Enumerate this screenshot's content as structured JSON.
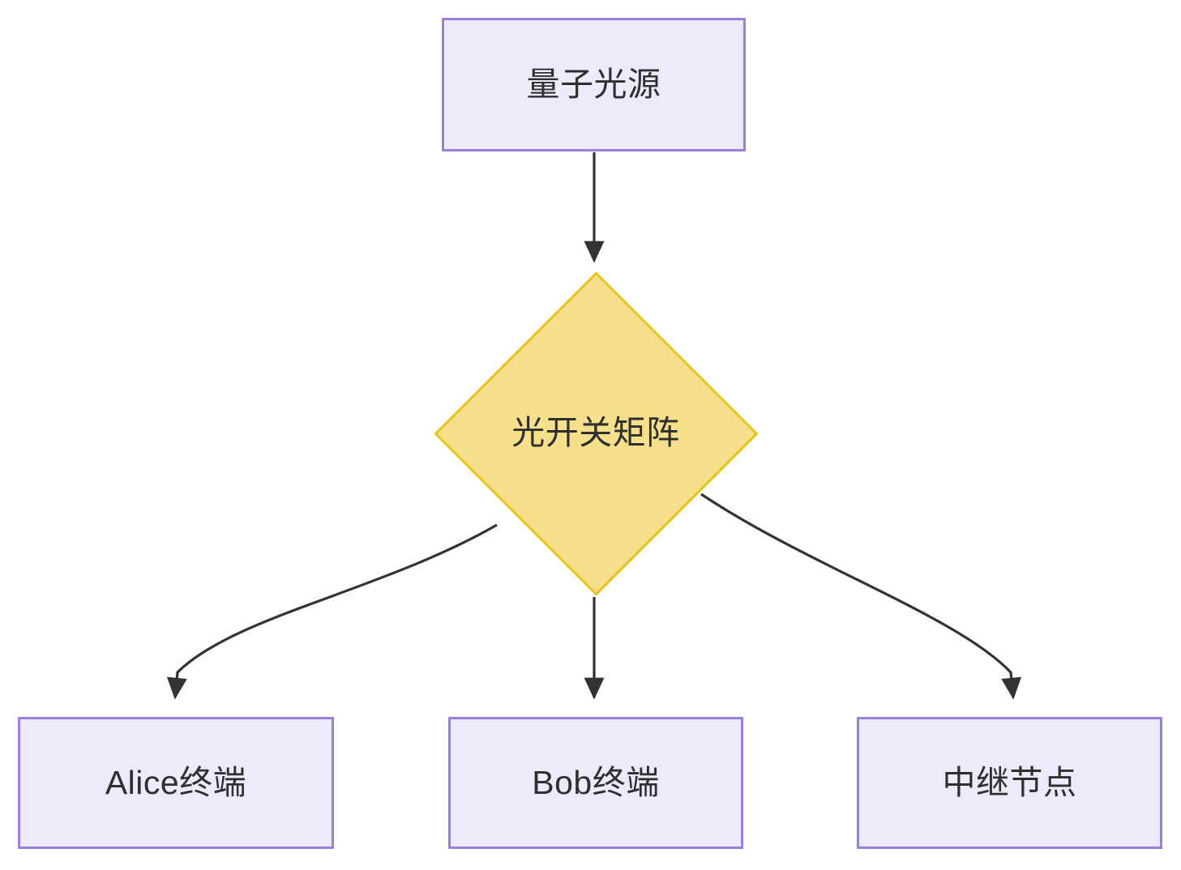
{
  "diagram": {
    "type": "flowchart",
    "direction": "top-down",
    "background_color": "#ffffff",
    "nodes": [
      {
        "id": "source",
        "label": "量子光源",
        "shape": "rectangle",
        "fill_color": "#ECEAFB",
        "border_color": "#9B7EDE",
        "text_color": "#2F2F2F"
      },
      {
        "id": "switch-matrix",
        "label": "光开关矩阵",
        "shape": "diamond",
        "fill_color": "#F7E08C",
        "border_color": "#E8C31E",
        "text_color": "#2F2F2F"
      },
      {
        "id": "alice",
        "label": "Alice终端",
        "shape": "rectangle",
        "fill_color": "#ECEAFB",
        "border_color": "#9B7EDE",
        "text_color": "#2F2F2F"
      },
      {
        "id": "bob",
        "label": "Bob终端",
        "shape": "rectangle",
        "fill_color": "#ECEAFB",
        "border_color": "#9B7EDE",
        "text_color": "#2F2F2F"
      },
      {
        "id": "relay",
        "label": "中继节点",
        "shape": "rectangle",
        "fill_color": "#ECEAFB",
        "border_color": "#9B7EDE",
        "text_color": "#2F2F2F"
      }
    ],
    "edges": [
      {
        "id": "source-to-switch",
        "from": "source",
        "to": "switch-matrix",
        "label": "",
        "style": "solid-arrow",
        "color": "#333333"
      },
      {
        "id": "switch-to-alice",
        "from": "switch-matrix",
        "to": "alice",
        "label": "",
        "style": "solid-arrow",
        "color": "#333333"
      },
      {
        "id": "switch-to-bob",
        "from": "switch-matrix",
        "to": "bob",
        "label": "",
        "style": "solid-arrow",
        "color": "#333333"
      },
      {
        "id": "switch-to-relay",
        "from": "switch-matrix",
        "to": "relay",
        "label": "",
        "style": "solid-arrow",
        "color": "#333333"
      }
    ]
  }
}
